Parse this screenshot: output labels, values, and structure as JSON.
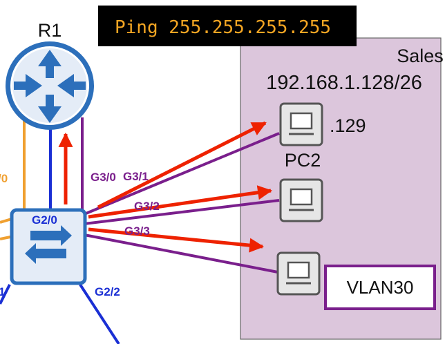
{
  "banner": {
    "text": "Ping 255.255.255.255"
  },
  "router": {
    "name": "R1"
  },
  "switch": {
    "ports": {
      "g2_0": "G2/0",
      "g2_2": "G2/2",
      "g2_1_partial": "1",
      "g3_0": "G3/0",
      "g3_1": "G3/1",
      "g3_2": "G3/2",
      "g3_3": "G3/3",
      "left_partial": "/0"
    }
  },
  "vlan_area": {
    "name": "Sales",
    "subnet": "192.168.1.128/26"
  },
  "hosts": {
    "pc_top": {
      "addr": ".129",
      "name": "PC2"
    },
    "vlan_box": "VLAN30"
  },
  "colors": {
    "banner_bg": "#000000",
    "banner_text": "#f5a623",
    "device_blue": "#2c6fbb",
    "device_fill": "#e4ecf7",
    "link_blue": "#1a2fd4",
    "link_orange": "#f0a030",
    "link_purple": "#7a1f8c",
    "arrow_red": "#ee2200",
    "vlan_bg": "#dcc6dc",
    "vlan_border": "#555555",
    "vlan_box_border": "#7a1f8c"
  },
  "icons": [
    "router-icon",
    "switch-icon",
    "pc-icon"
  ]
}
